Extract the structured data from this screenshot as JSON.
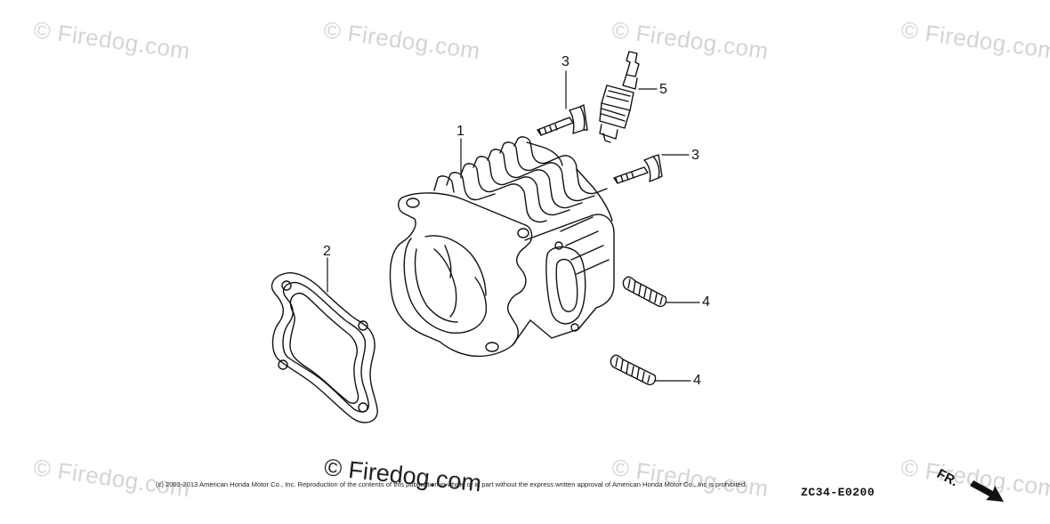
{
  "watermarks": [
    "© Firedog.com",
    "© Firedog.com",
    "© Firedog.com",
    "© Firedog.com",
    "© Firedog.com",
    "© Firedog.com",
    "© Firedog.com"
  ],
  "center_watermark": "© Firedog.com",
  "callouts": {
    "cylinder": "1",
    "gasket": "2",
    "bolt_upper": "3",
    "bolt_right": "3",
    "spark_plug": "5",
    "stud_upper": "4",
    "stud_lower": "4"
  },
  "copyright": "(c) 2002-2013 American Honda Motor Co., Inc. Reproduction of the contents of this publication in whole or in part without the express written approval of American Honda Motor Co., Inc is prohibited.",
  "diagram_code": "ZC34-E0200",
  "front_indicator": "FR."
}
